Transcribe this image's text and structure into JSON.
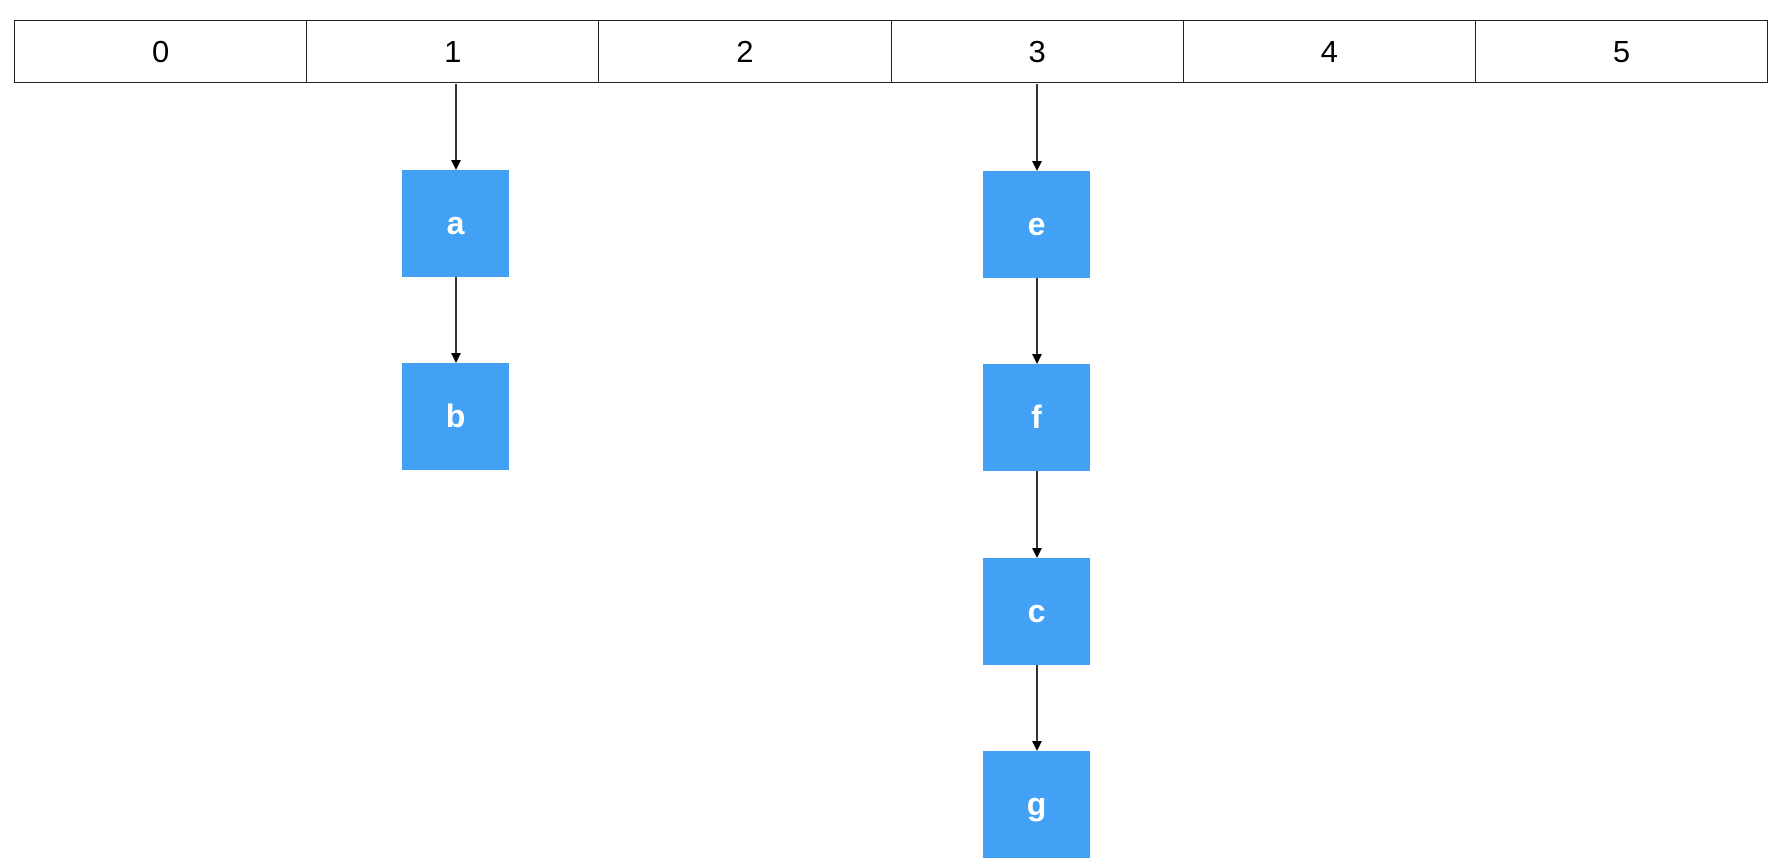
{
  "buckets": [
    "0",
    "1",
    "2",
    "3",
    "4",
    "5"
  ],
  "chains": [
    {
      "bucket": "1",
      "nodes": [
        "a",
        "b"
      ]
    },
    {
      "bucket": "3",
      "nodes": [
        "e",
        "f",
        "c",
        "g"
      ]
    }
  ],
  "colors": {
    "node_fill": "#42a0f5",
    "node_text": "#ffffff",
    "line": "#000000"
  }
}
